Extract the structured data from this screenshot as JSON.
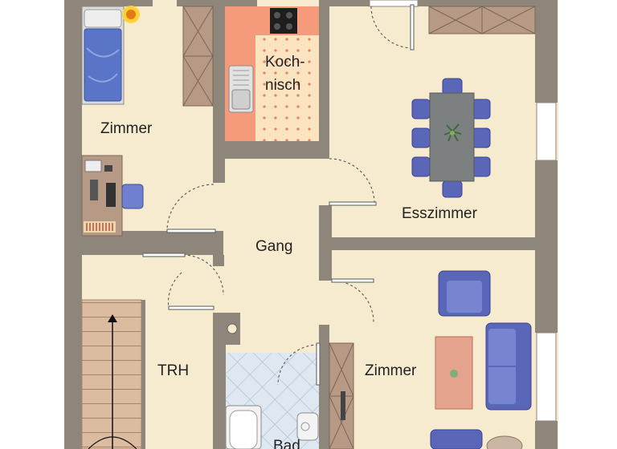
{
  "rooms": {
    "zimmer_top_left": "Zimmer",
    "kochnische_line1": "Koch-",
    "kochnische_line2": "nisch",
    "esszimmer": "Esszimmer",
    "gang": "Gang",
    "trh": "TRH",
    "zimmer_bottom_right": "Zimmer",
    "bad": "Bad"
  },
  "colors": {
    "floor": "#f6ebcf",
    "wall": "#8e857b",
    "kitchen": "#f59a7a",
    "kitchen_tile": "#fbe3c0",
    "bath_tile": "#dfe7f1",
    "furniture_blue": "#5a66b8",
    "cabinet": "#b79a86",
    "table_grey": "#7d8080",
    "coffee_table": "#e5a28d",
    "stairs": "#d9b79a"
  }
}
